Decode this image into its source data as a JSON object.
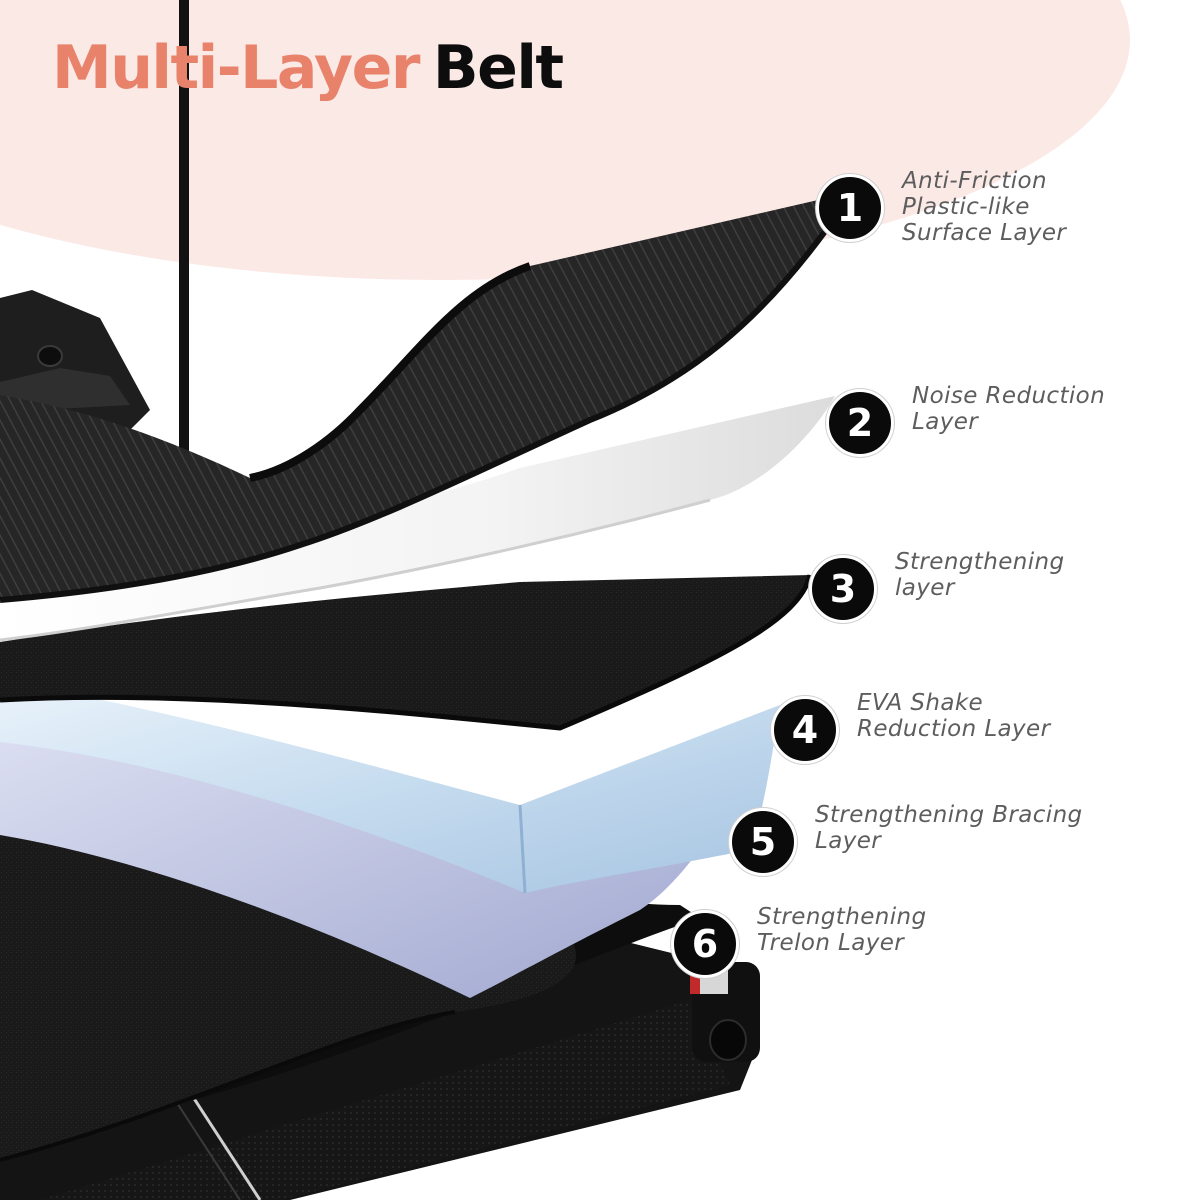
{
  "title": {
    "accent": "Multi-Layer",
    "main": "Belt"
  },
  "colors": {
    "accent": "#e8826a",
    "background_blob": "#fbe9e6",
    "badge": "#0a0a0a",
    "label_text": "#5d5d5d"
  },
  "layers": [
    {
      "number": "1",
      "lines": [
        "Anti-Friction",
        "Plastic-like",
        "Surface Layer"
      ]
    },
    {
      "number": "2",
      "lines": [
        "Noise Reduction",
        "Layer"
      ]
    },
    {
      "number": "3",
      "lines": [
        "Strengthening",
        "layer"
      ]
    },
    {
      "number": "4",
      "lines": [
        "EVA Shake",
        "Reduction Layer"
      ]
    },
    {
      "number": "5",
      "lines": [
        "Strengthening Bracing",
        "Layer"
      ]
    },
    {
      "number": "6",
      "lines": [
        "Strengthening",
        "Trelon Layer"
      ]
    }
  ]
}
